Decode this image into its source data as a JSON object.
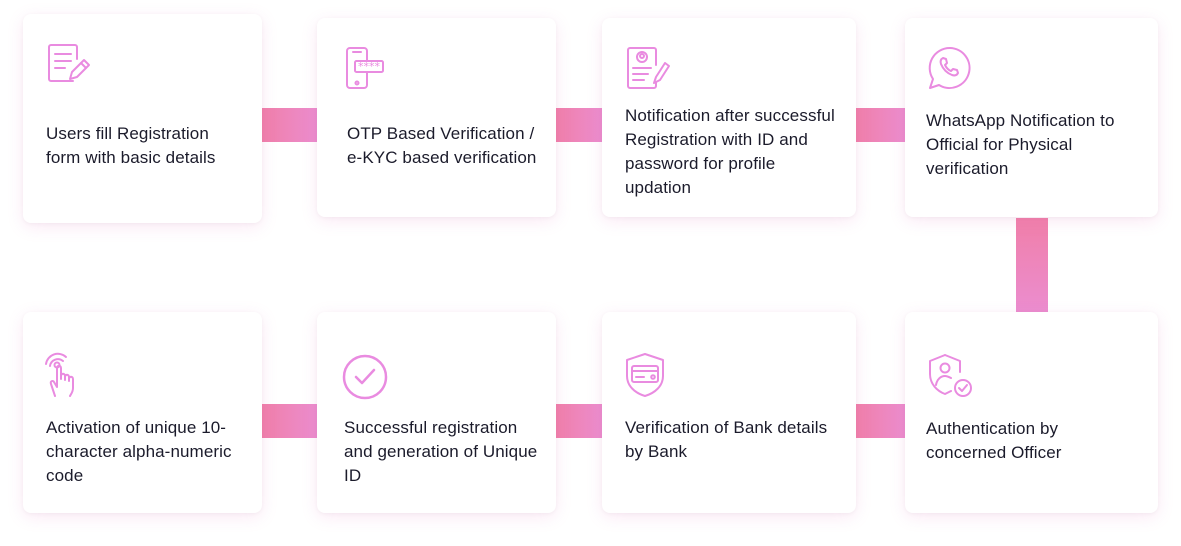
{
  "accent": "#e98be0",
  "connector_colors": [
    "#f07fa9",
    "#eb8dcf"
  ],
  "steps": [
    {
      "label": "Users fill Registration form with basic details",
      "icon": "form-edit-icon"
    },
    {
      "label": "OTP Based Verification / e-KYC based verification",
      "icon": "phone-otp-icon"
    },
    {
      "label": "Notification after successful Registration with ID and password for profile updation",
      "icon": "profile-document-icon"
    },
    {
      "label": "WhatsApp Notification to Official for Physical verification",
      "icon": "whatsapp-icon"
    },
    {
      "label": "Authentication by concerned Officer",
      "icon": "user-shield-check-icon"
    },
    {
      "label": "Verification of Bank details by Bank",
      "icon": "bank-card-shield-icon"
    },
    {
      "label": "Successful registration and generation of Unique ID",
      "icon": "check-circle-icon"
    },
    {
      "label": "Activation of unique 10-character alpha-numeric code",
      "icon": "tap-finger-icon"
    }
  ]
}
